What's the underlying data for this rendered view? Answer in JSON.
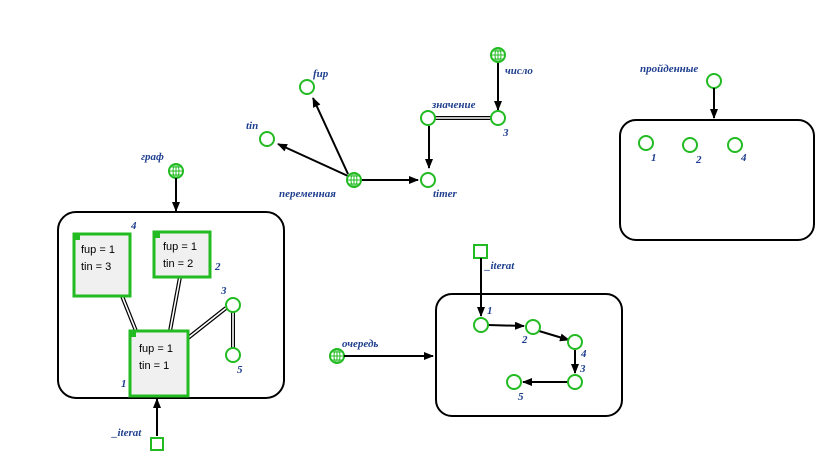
{
  "labels": {
    "fup": "fup",
    "tin": "tin",
    "peremennaya": "переменная",
    "timer": "timer",
    "znachenie": "значение",
    "chislo": "число",
    "three": "3",
    "proydennye": "пройденные",
    "graf": "граф",
    "ochered": "очередь",
    "iterat_bottom": "_iterat",
    "iterat_top": "_iterat"
  },
  "graph": {
    "n4": {
      "num": "4",
      "fup": "fup = 1",
      "tin": "tin = 3"
    },
    "n2": {
      "num": "2",
      "fup": "fup = 1",
      "tin": "tin = 2"
    },
    "n1": {
      "num": "1",
      "fup": "fup = 1",
      "tin": "tin = 1"
    },
    "n3": {
      "num": "3"
    },
    "n5": {
      "num": "5"
    }
  },
  "visited": [
    "1",
    "2",
    "4"
  ],
  "queue": [
    "1",
    "2",
    "4",
    "3",
    "5"
  ],
  "colors": {
    "node_stroke": "#22bb22",
    "label_text": "#1f3f8f",
    "edge": "#000000"
  }
}
